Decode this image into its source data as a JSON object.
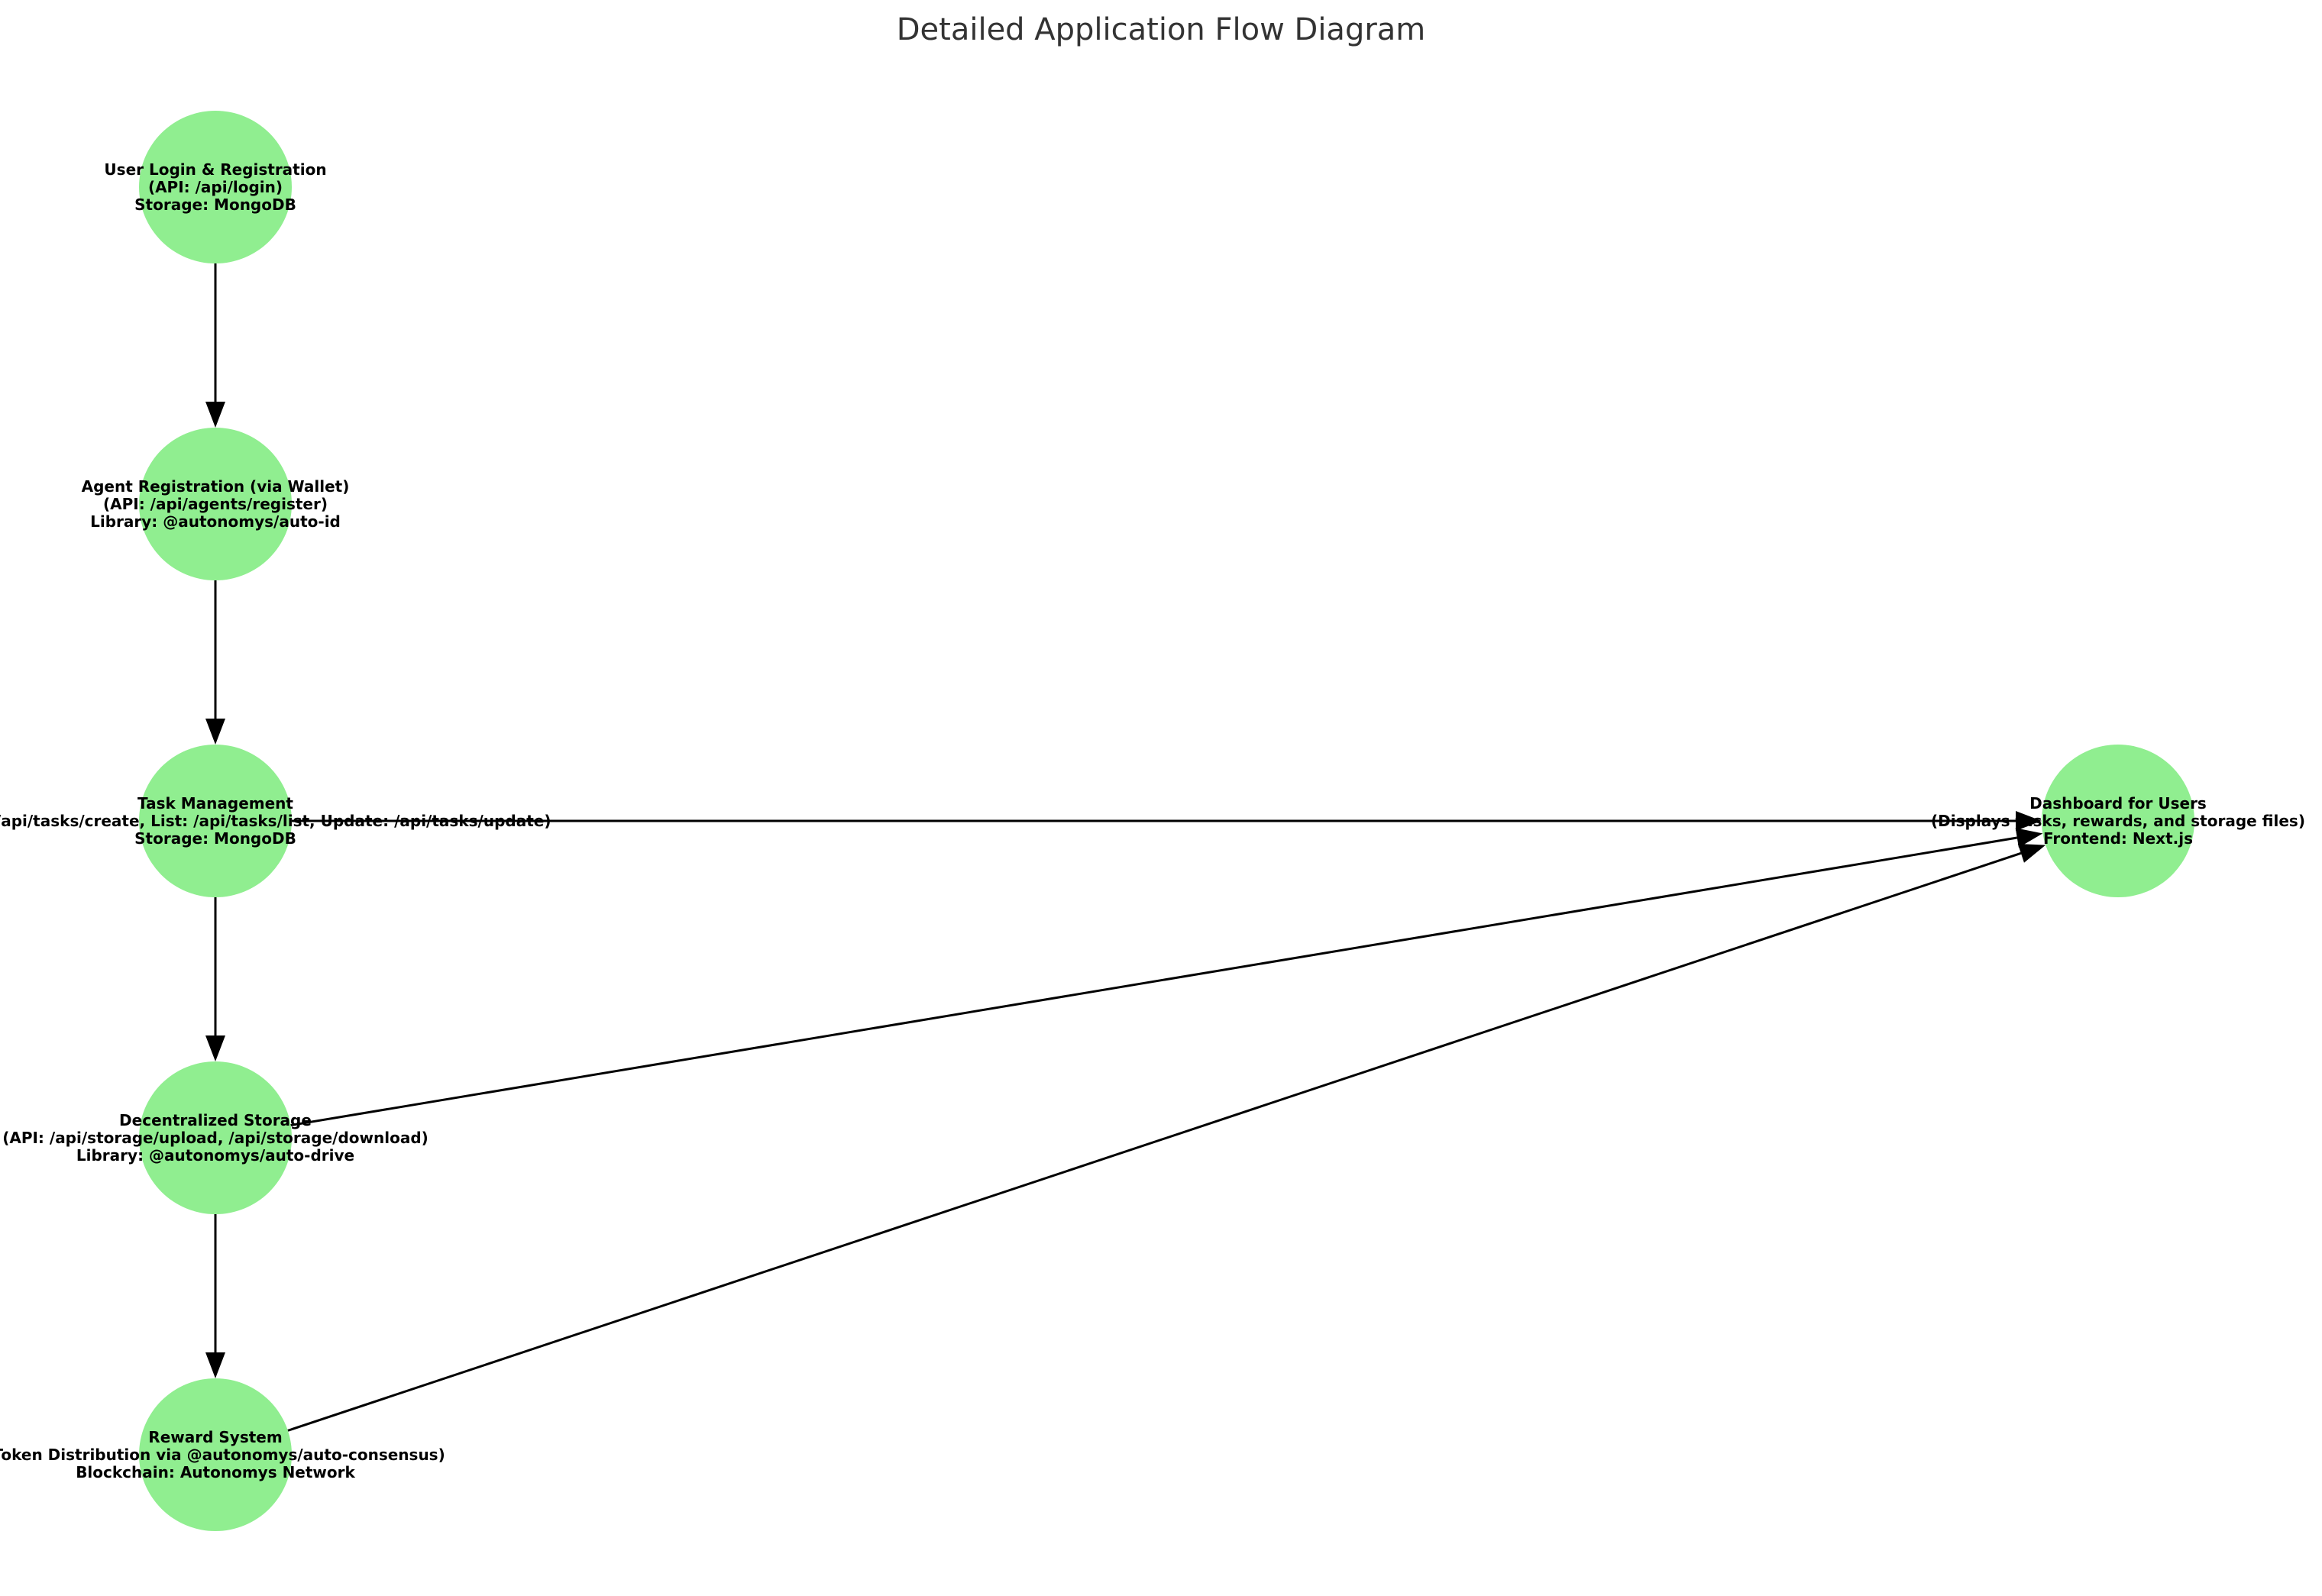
{
  "title": "Detailed Application Flow Diagram",
  "node_color": "#90EE90",
  "nodes": [
    {
      "id": "login",
      "lines": [
        "User Login & Registration",
        "(API: /api/login)",
        "Storage: MongoDB"
      ]
    },
    {
      "id": "agent",
      "lines": [
        "Agent Registration (via Wallet)",
        "(API: /api/agents/register)",
        "Library: @autonomys/auto-id"
      ]
    },
    {
      "id": "task",
      "lines": [
        "Task Management",
        "(API: Create: /api/tasks/create, List: /api/tasks/list, Update: /api/tasks/update)",
        "Storage: MongoDB"
      ]
    },
    {
      "id": "storage",
      "lines": [
        "Decentralized Storage",
        "(API: /api/storage/upload, /api/storage/download)",
        "Library: @autonomys/auto-drive"
      ]
    },
    {
      "id": "reward",
      "lines": [
        "Reward System",
        "(Token Distribution via @autonomys/auto-consensus)",
        "Blockchain: Autonomys Network"
      ]
    },
    {
      "id": "dashboard",
      "lines": [
        "Dashboard for Users",
        "(Displays tasks, rewards, and storage files)",
        "Frontend: Next.js"
      ]
    }
  ],
  "edges": [
    {
      "from": "login",
      "to": "agent"
    },
    {
      "from": "agent",
      "to": "task"
    },
    {
      "from": "task",
      "to": "storage"
    },
    {
      "from": "storage",
      "to": "reward"
    },
    {
      "from": "task",
      "to": "dashboard"
    },
    {
      "from": "storage",
      "to": "dashboard"
    },
    {
      "from": "reward",
      "to": "dashboard"
    }
  ]
}
